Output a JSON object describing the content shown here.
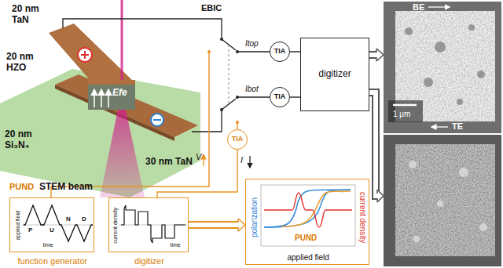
{
  "diagram": {
    "nodes": [
      {
        "text": [
          "TIA"
        ]
      },
      {
        "text": [
          "TIA"
        ]
      },
      {
        "text": [
          "digitizer"
        ]
      },
      {
        "text": [
          "BE",
          "TE",
          "1 μm"
        ]
      },
      {
        "text": [
          "TIA"
        ]
      },
      {
        "text": [
          "applied field",
          "time",
          "function generator"
        ]
      },
      {
        "text": [
          "current density",
          "time",
          "digitizer"
        ]
      },
      {
        "text": [
          "polarization",
          "current density",
          "applied field",
          "PUND"
        ]
      }
    ],
    "edges": [
      {
        "from": 0,
        "to": 2,
        "arrow": "none"
      },
      {
        "from": 1,
        "to": 2,
        "arrow": "none"
      },
      {
        "from": 2,
        "to": 3,
        "arrow": "to"
      },
      {
        "from": 4,
        "to": 6,
        "arrow": "none"
      },
      {
        "from": 6,
        "to": 7,
        "arrow": "to"
      }
    ],
    "labels": [
      "20 nm TaN",
      "20 nm HZO",
      "20 nm Si₃N₄",
      "30 nm TaN",
      "Efe",
      "STEM beam",
      "EBIC",
      "Itop",
      "Ibot",
      "V",
      "I",
      "PUND",
      "P",
      "U",
      "N",
      "D"
    ]
  }
}
